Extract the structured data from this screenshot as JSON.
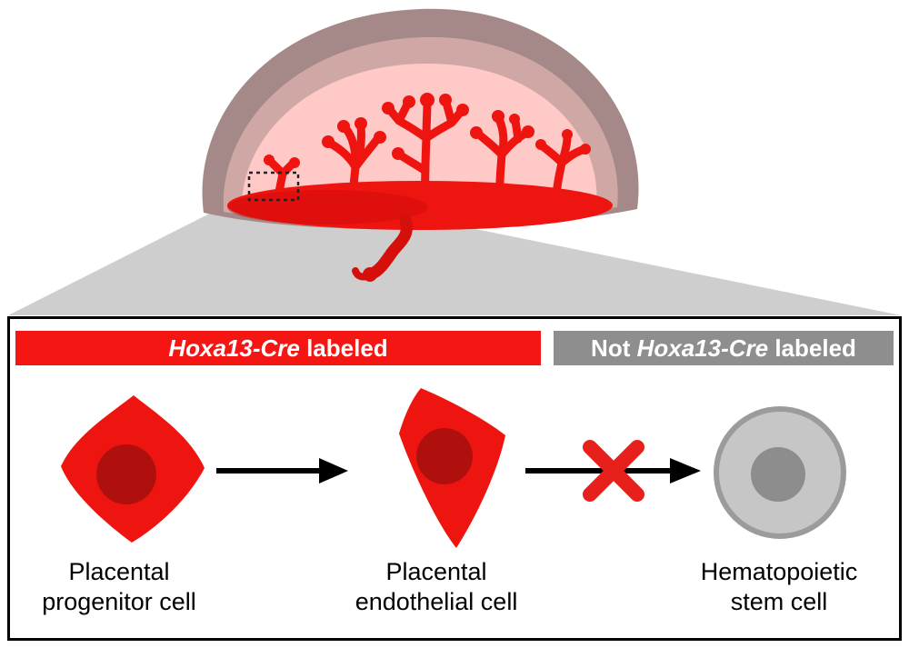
{
  "colors": {
    "red": "#ee1410",
    "red_dark": "#b0100d",
    "plate_shadow": "#c90808",
    "cord": "#d50f0b",
    "outer_layer": "#a58888",
    "middle_layer": "#cfa8a6",
    "inner_pink": "#ffc9c7",
    "cone": "#cecece",
    "header_red_bg": "#f51512",
    "header_gray_bg": "#8e8e8e",
    "cell_gray": "#c6c6c6",
    "cell_gray_border": "#9b9b9b",
    "cell_gray_nucleus": "#8d8d8d",
    "x_mark": "#e8201c",
    "arrow": "#000000",
    "zoom_box_stroke": "#222222"
  },
  "panel": {
    "header_red": {
      "italic": "Hoxa13-Cre",
      "rest": " labeled"
    },
    "header_gray": {
      "pre": "Not ",
      "italic": "Hoxa13-Cre",
      "rest": " labeled"
    },
    "cells": [
      {
        "line1": "Placental",
        "line2": "progenitor cell"
      },
      {
        "line1": "Placental",
        "line2": "endothelial cell"
      },
      {
        "line1": "Hematopoietic",
        "line2": "stem cell"
      }
    ]
  }
}
